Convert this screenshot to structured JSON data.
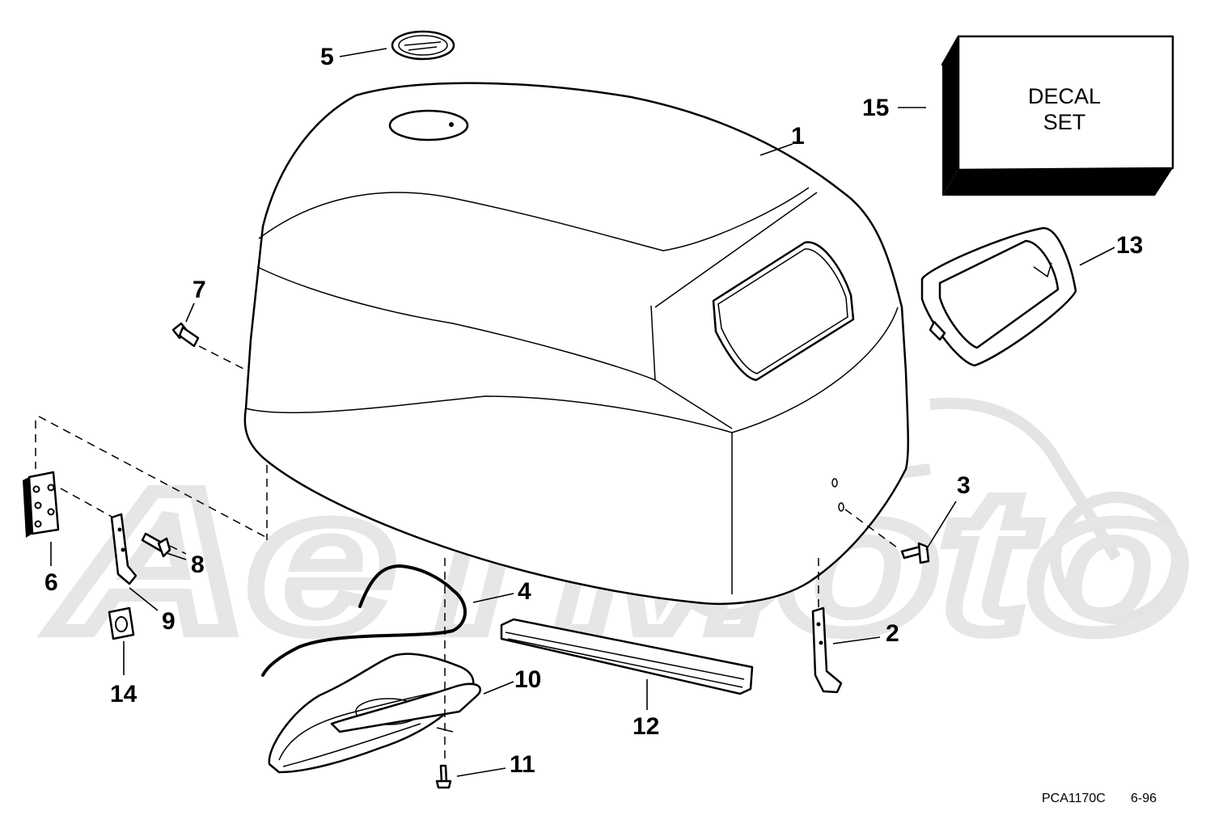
{
  "callouts": {
    "c1": "1",
    "c2": "2",
    "c3": "3",
    "c4": "4",
    "c5": "5",
    "c6": "6",
    "c7": "7",
    "c8": "8",
    "c9": "9",
    "c10": "10",
    "c11": "11",
    "c12": "12",
    "c13": "13",
    "c14": "14",
    "c15": "15"
  },
  "decal_box": {
    "line1": "DECAL",
    "line2": "SET"
  },
  "footer": {
    "code": "PCA1170C",
    "date": "6-96"
  },
  "watermark": {
    "text": "AeTMoto"
  },
  "colors": {
    "ink": "#000000",
    "background": "#ffffff",
    "watermark": "#e8e8e8"
  }
}
